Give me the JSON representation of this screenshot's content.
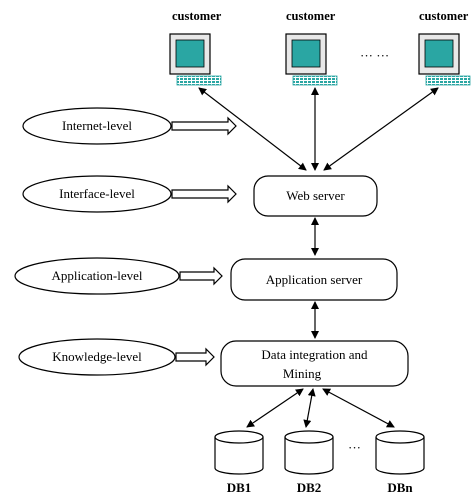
{
  "customers": [
    {
      "label": "customer"
    },
    {
      "label": "customer"
    },
    {
      "label": "customer"
    }
  ],
  "customer_ellipsis": "···  ···",
  "levels": [
    {
      "label": "Internet-level"
    },
    {
      "label": "Interface-level"
    },
    {
      "label": "Application-level"
    },
    {
      "label": "Knowledge-level"
    }
  ],
  "servers": {
    "web": "Web server",
    "app": "Application server",
    "mining_line1": "Data integration and",
    "mining_line2": "Mining"
  },
  "databases": [
    {
      "label": "DB1"
    },
    {
      "label": "DB2"
    },
    {
      "label": "DBn"
    }
  ],
  "db_ellipsis": "···",
  "colors": {
    "screen": "#2aa6a3",
    "monitor_frame": "#e8e8e8"
  }
}
